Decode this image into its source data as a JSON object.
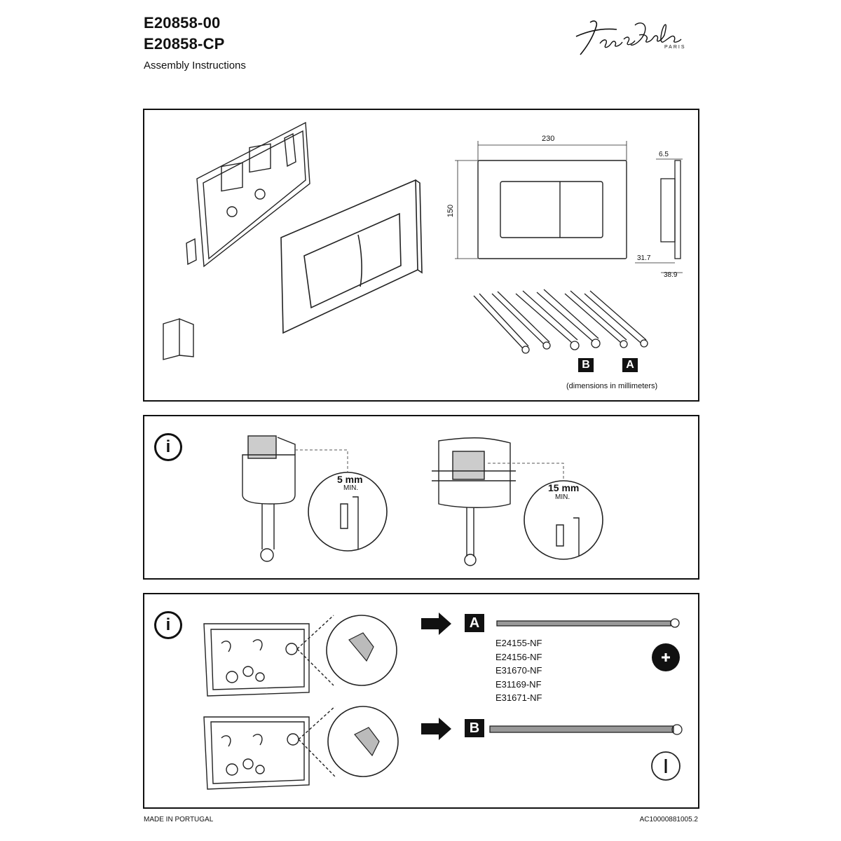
{
  "header": {
    "model_1": "E20858-00",
    "model_2": "E20858-CP",
    "subtitle": "Assembly Instructions",
    "brand_signature": "Jacob Delafon",
    "brand_city": "PARIS"
  },
  "panel1": {
    "dimensions": {
      "width": "230",
      "height": "150",
      "depth_top": "6.5",
      "depth_mid": "31.7",
      "depth_total": "38.9"
    },
    "screw_label_b": "B",
    "screw_label_a": "A",
    "note": "(dimensions in millimeters)"
  },
  "panel2": {
    "info_icon": "i",
    "clearance_1_value": "5 mm",
    "clearance_1_min": "MIN.",
    "clearance_2_value": "15 mm",
    "clearance_2_min": "MIN."
  },
  "panel3": {
    "info_icon": "i",
    "label_a": "A",
    "label_b": "B",
    "part_numbers": [
      "E24155-NF",
      "E24156-NF",
      "E31670-NF",
      "E31169-NF",
      "E31671-NF"
    ],
    "head_a_icon": "phillips-head-icon",
    "head_b_icon": "slotted-head-icon"
  },
  "footer": {
    "origin": "MADE IN PORTUGAL",
    "reference": "AC10000881005.2"
  }
}
